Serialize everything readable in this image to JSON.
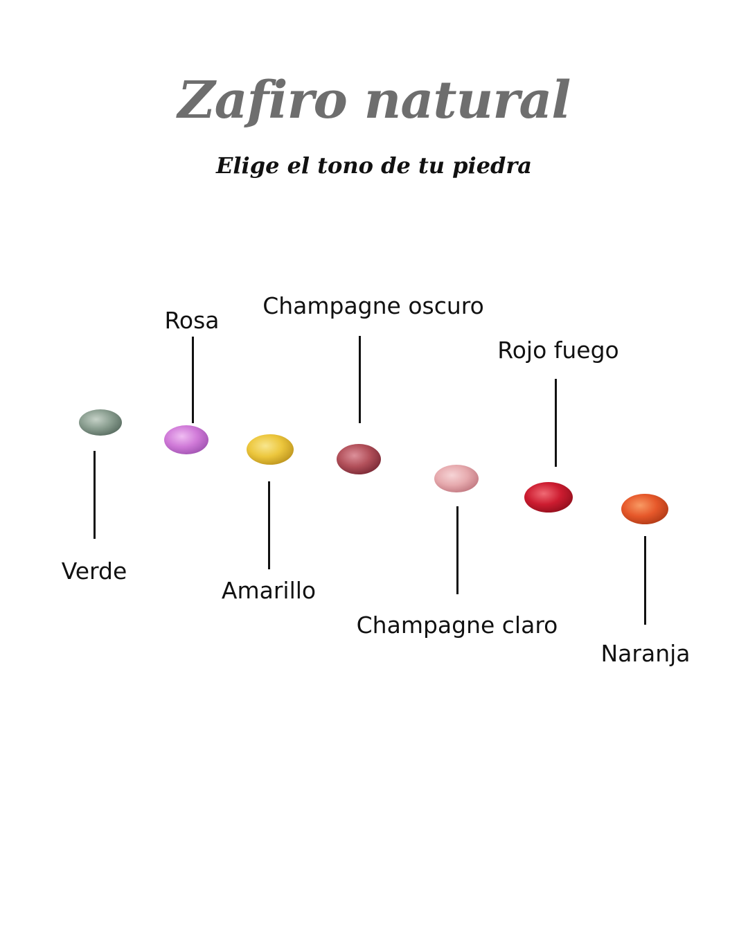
{
  "header": {
    "title": "Zafiro natural",
    "subtitle": "Elige el tono de tu piedra"
  },
  "stones": [
    {
      "label": "Verde",
      "color": "#8a9e90",
      "highlight": "#c6d2c8",
      "shade": "#5c7064"
    },
    {
      "label": "Rosa",
      "color": "#d07ad8",
      "highlight": "#efbdf2",
      "shade": "#a456b4"
    },
    {
      "label": "Amarillo",
      "color": "#ecc63c",
      "highlight": "#f8e68e",
      "shade": "#c09820"
    },
    {
      "label": "Champagne oscuro",
      "color": "#b2505a",
      "highlight": "#dc909a",
      "shade": "#7e2c38"
    },
    {
      "label": "Champagne claro",
      "color": "#e6aaae",
      "highlight": "#f6d4d6",
      "shade": "#c47c84"
    },
    {
      "label": "Rojo fuego",
      "color": "#cc1c30",
      "highlight": "#f06a74",
      "shade": "#96101e"
    },
    {
      "label": "Naranja",
      "color": "#e6582a",
      "highlight": "#f89a64",
      "shade": "#b43c18"
    }
  ]
}
